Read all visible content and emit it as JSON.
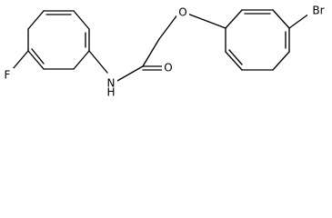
{
  "molecule": {
    "atom_labels": {
      "fluorine": "F",
      "amide_nitrogen": "N",
      "amide_hydrogen": "H",
      "carbonyl_oxygen": "O",
      "ether_oxygen": "O",
      "bromine": "Br"
    },
    "bond_color": "#000000",
    "background_color": "#ffffff"
  }
}
